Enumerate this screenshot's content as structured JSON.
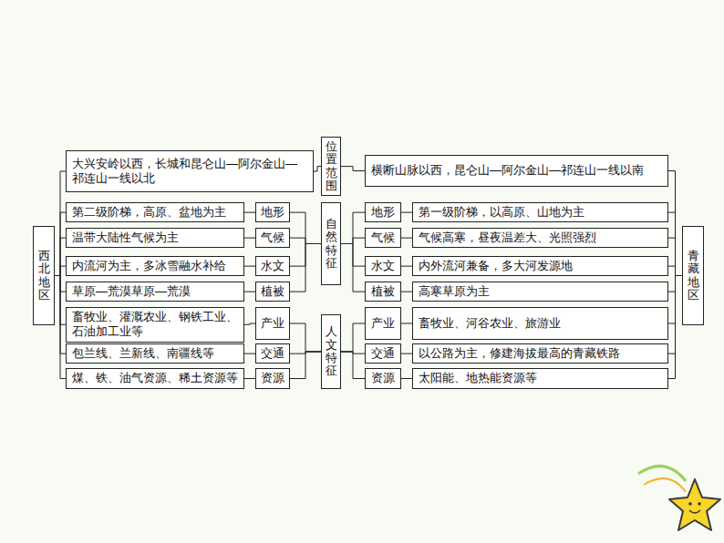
{
  "diagram": {
    "nodes": [
      {
        "text": [
          "西北地区"
        ]
      },
      {
        "text": [
          "大兴安岭以西，长城和昆仑山—阿尔金山—祁连山一线以北"
        ]
      },
      {
        "text": [
          "位置范围"
        ]
      },
      {
        "text": [
          "横断山脉以西，昆仑山—阿尔金山—祁连山一线以南"
        ]
      },
      {
        "text": [
          "青藏地区"
        ]
      },
      {
        "text": [
          "自然特征"
        ]
      },
      {
        "text": [
          "人文特征"
        ]
      },
      {
        "text": [
          "第二级阶梯，高原、盆地为主"
        ]
      },
      {
        "text": [
          "地形"
        ]
      },
      {
        "text": [
          "地形"
        ]
      },
      {
        "text": [
          "第一级阶梯，以高原、山地为主"
        ]
      },
      {
        "text": [
          "温带大陆性气候为主"
        ]
      },
      {
        "text": [
          "气候"
        ]
      },
      {
        "text": [
          "气候"
        ]
      },
      {
        "text": [
          "气候高寒，昼夜温差大、光照强烈"
        ]
      },
      {
        "text": [
          "内流河为主，多冰雪融水补给"
        ]
      },
      {
        "text": [
          "水文"
        ]
      },
      {
        "text": [
          "水文"
        ]
      },
      {
        "text": [
          "内外流河兼备，多大河发源地"
        ]
      },
      {
        "text": [
          "草原—荒漠草原—荒漠"
        ]
      },
      {
        "text": [
          "植被"
        ]
      },
      {
        "text": [
          "植被"
        ]
      },
      {
        "text": [
          "高寒草原为主"
        ]
      },
      {
        "text": [
          "畜牧业、灌溉农业、钢铁工业、石油加工业等"
        ]
      },
      {
        "text": [
          "产业"
        ]
      },
      {
        "text": [
          "产业"
        ]
      },
      {
        "text": [
          "畜牧业、河谷农业、旅游业"
        ]
      },
      {
        "text": [
          "包兰线、兰新线、南疆线等"
        ]
      },
      {
        "text": [
          "交通"
        ]
      },
      {
        "text": [
          "交通"
        ]
      },
      {
        "text": [
          "以公路为主，修建海拔最高的青藏铁路"
        ]
      },
      {
        "text": [
          "煤、铁、油气资源、稀土资源等"
        ]
      },
      {
        "text": [
          "资源"
        ]
      },
      {
        "text": [
          "资源"
        ]
      },
      {
        "text": [
          "太阳能、地热能资源等"
        ]
      }
    ],
    "edges": [
      {
        "from": 0,
        "to": 1,
        "arrow": "none"
      },
      {
        "from": 1,
        "to": 2,
        "arrow": "none"
      },
      {
        "from": 2,
        "to": 3,
        "arrow": "none"
      },
      {
        "from": 3,
        "to": 4,
        "arrow": "none"
      },
      {
        "from": 0,
        "to": 7,
        "arrow": "none"
      },
      {
        "from": 7,
        "to": 8,
        "arrow": "none"
      },
      {
        "from": 8,
        "to": 5,
        "arrow": "none"
      },
      {
        "from": 5,
        "to": 9,
        "arrow": "none"
      },
      {
        "from": 9,
        "to": 10,
        "arrow": "none"
      },
      {
        "from": 10,
        "to": 4,
        "arrow": "none"
      },
      {
        "from": 0,
        "to": 11,
        "arrow": "none"
      },
      {
        "from": 11,
        "to": 12,
        "arrow": "none"
      },
      {
        "from": 12,
        "to": 5,
        "arrow": "none"
      },
      {
        "from": 5,
        "to": 13,
        "arrow": "none"
      },
      {
        "from": 13,
        "to": 14,
        "arrow": "none"
      },
      {
        "from": 14,
        "to": 4,
        "arrow": "none"
      },
      {
        "from": 0,
        "to": 15,
        "arrow": "none"
      },
      {
        "from": 15,
        "to": 16,
        "arrow": "none"
      },
      {
        "from": 16,
        "to": 5,
        "arrow": "none"
      },
      {
        "from": 5,
        "to": 17,
        "arrow": "none"
      },
      {
        "from": 17,
        "to": 18,
        "arrow": "none"
      },
      {
        "from": 18,
        "to": 4,
        "arrow": "none"
      },
      {
        "from": 0,
        "to": 19,
        "arrow": "none"
      },
      {
        "from": 19,
        "to": 20,
        "arrow": "none"
      },
      {
        "from": 20,
        "to": 5,
        "arrow": "none"
      },
      {
        "from": 5,
        "to": 21,
        "arrow": "none"
      },
      {
        "from": 21,
        "to": 22,
        "arrow": "none"
      },
      {
        "from": 22,
        "to": 4,
        "arrow": "none"
      },
      {
        "from": 0,
        "to": 23,
        "arrow": "none"
      },
      {
        "from": 23,
        "to": 24,
        "arrow": "none"
      },
      {
        "from": 24,
        "to": 6,
        "arrow": "none"
      },
      {
        "from": 6,
        "to": 25,
        "arrow": "none"
      },
      {
        "from": 25,
        "to": 26,
        "arrow": "none"
      },
      {
        "from": 26,
        "to": 4,
        "arrow": "none"
      },
      {
        "from": 0,
        "to": 27,
        "arrow": "none"
      },
      {
        "from": 27,
        "to": 28,
        "arrow": "none"
      },
      {
        "from": 28,
        "to": 6,
        "arrow": "none"
      },
      {
        "from": 6,
        "to": 29,
        "arrow": "none"
      },
      {
        "from": 29,
        "to": 30,
        "arrow": "none"
      },
      {
        "from": 30,
        "to": 4,
        "arrow": "none"
      },
      {
        "from": 0,
        "to": 31,
        "arrow": "none"
      },
      {
        "from": 31,
        "to": 32,
        "arrow": "none"
      },
      {
        "from": 32,
        "to": 6,
        "arrow": "none"
      },
      {
        "from": 6,
        "to": 33,
        "arrow": "none"
      },
      {
        "from": 33,
        "to": 34,
        "arrow": "none"
      },
      {
        "from": 34,
        "to": 4,
        "arrow": "none"
      }
    ]
  }
}
